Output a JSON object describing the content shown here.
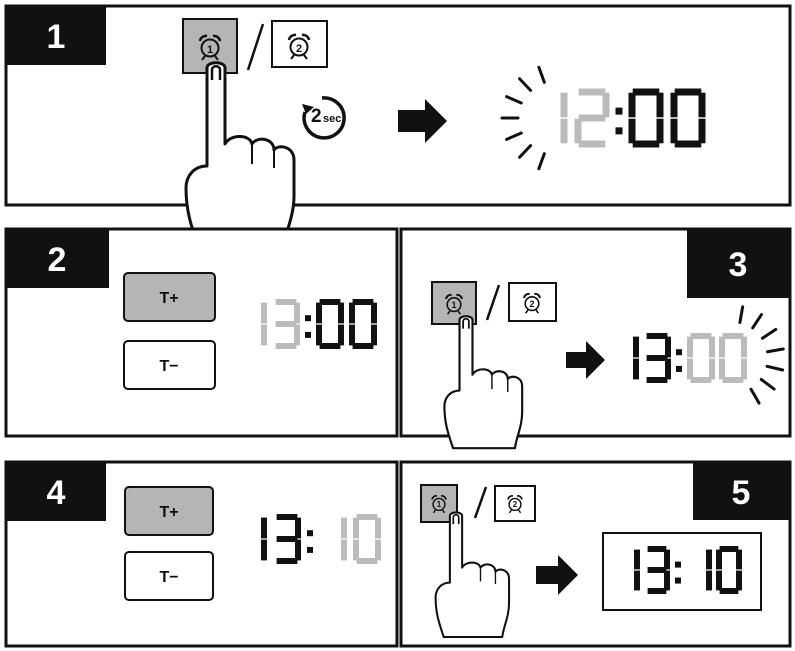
{
  "steps": [
    "1",
    "2",
    "3",
    "4",
    "5"
  ],
  "buttons": {
    "t_plus": "T+",
    "t_minus": "T−"
  },
  "timer": {
    "hold_value": "2",
    "hold_unit": "sec"
  },
  "alarm_icons": {
    "alarm1": "1",
    "alarm2": "2"
  },
  "displays": {
    "step1": {
      "hours": "12",
      "minutes": "00",
      "blinking": "hours"
    },
    "step2": {
      "hours": "13",
      "minutes": "00",
      "blinking": "hours"
    },
    "step3": {
      "hours": "13",
      "minutes": "00",
      "blinking": "minutes"
    },
    "step4": {
      "hours": "13",
      "minutes": "10",
      "blinking": "minutes"
    },
    "step5": {
      "hours": "13",
      "minutes": "10",
      "blinking": "none"
    }
  },
  "colors": {
    "ink": "#111111",
    "blink": "#bbbbbb",
    "pressed": "#b5b5b5"
  }
}
